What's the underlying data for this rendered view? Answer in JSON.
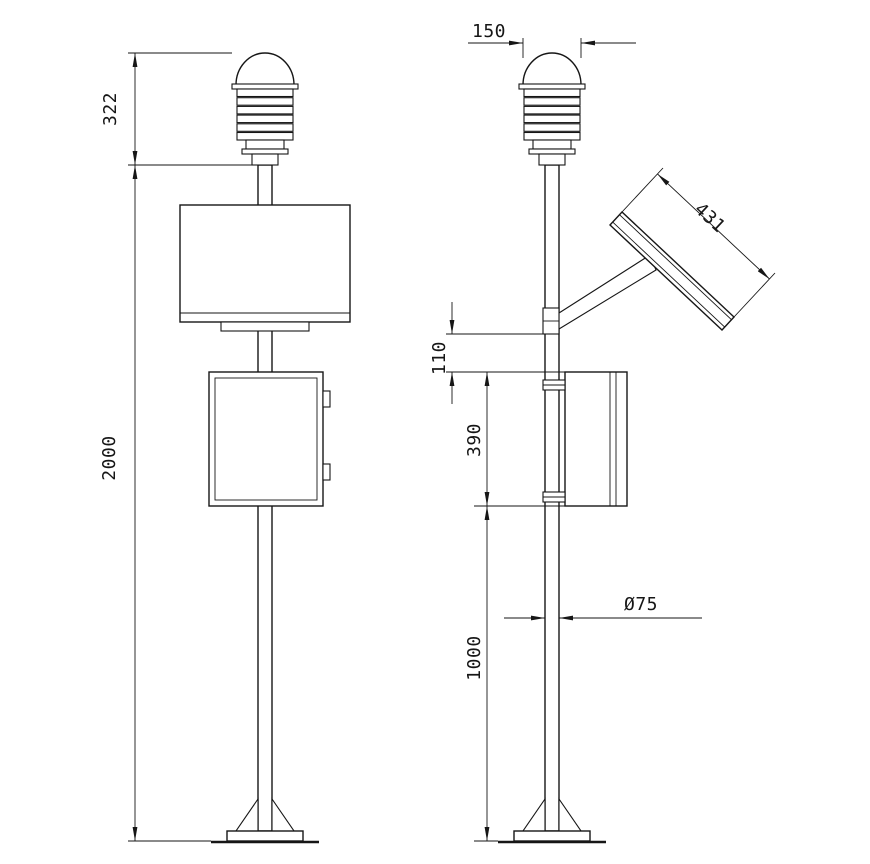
{
  "drawing": {
    "background_color": "#ffffff",
    "line_color": "#161616",
    "dimensions": {
      "shield_height": "322",
      "pole_total_height": "2000",
      "shield_diameter": "150",
      "solar_panel_length": "431",
      "panel_to_box_offset": "110",
      "box_height": "390",
      "box_to_ground": "1000",
      "pole_diameter": "Ø75"
    }
  }
}
